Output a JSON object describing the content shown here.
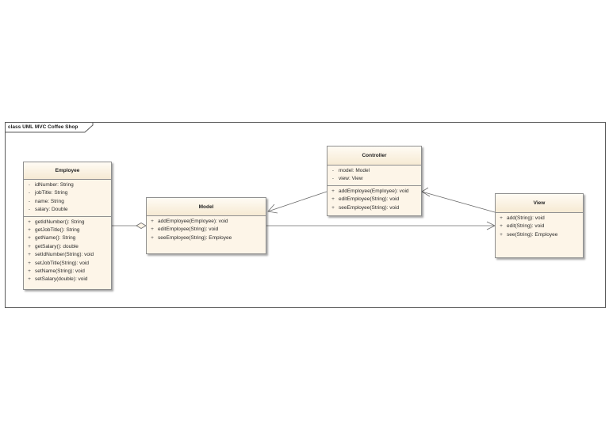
{
  "frame": {
    "title": "class UML MVC Coffee Shop"
  },
  "classes": {
    "employee": {
      "name": "Employee",
      "attributes": [
        {
          "vis": "-",
          "text": "idNumber: String"
        },
        {
          "vis": "-",
          "text": "jobTitle: String"
        },
        {
          "vis": "-",
          "text": "name: String"
        },
        {
          "vis": "-",
          "text": "salary: Double"
        }
      ],
      "operations": [
        {
          "vis": "+",
          "text": "getIdNumber(): String"
        },
        {
          "vis": "+",
          "text": "getJobTitle(): String"
        },
        {
          "vis": "+",
          "text": "getName(): String"
        },
        {
          "vis": "+",
          "text": "getSalary(): double"
        },
        {
          "vis": "+",
          "text": "setIdNumber(String): void"
        },
        {
          "vis": "+",
          "text": "setJobTitle(String): void"
        },
        {
          "vis": "+",
          "text": "setName(String): void"
        },
        {
          "vis": "+",
          "text": "setSalary(double): void"
        }
      ]
    },
    "model": {
      "name": "Model",
      "operations": [
        {
          "vis": "+",
          "text": "addEmployee(Employee): void"
        },
        {
          "vis": "+",
          "text": "editEmployee(String): void"
        },
        {
          "vis": "+",
          "text": "seeEmployee(String): Employee"
        }
      ]
    },
    "controller": {
      "name": "Controller",
      "attributes": [
        {
          "vis": "-",
          "text": "model: Model"
        },
        {
          "vis": "-",
          "text": "view: View"
        }
      ],
      "operations": [
        {
          "vis": "+",
          "text": "addEmployee(Employee): void"
        },
        {
          "vis": "+",
          "text": "editEmployee(String): void"
        },
        {
          "vis": "+",
          "text": "seeEmployee(String): void"
        }
      ]
    },
    "view": {
      "name": "View",
      "operations": [
        {
          "vis": "+",
          "text": "add(String): void"
        },
        {
          "vis": "+",
          "text": "edit(String): void"
        },
        {
          "vis": "+",
          "text": "see(String): Employee"
        }
      ]
    }
  },
  "colors": {
    "class_fill": "#fdf5e8",
    "border": "#8f8f8f",
    "connector": "#6b6b6b"
  }
}
